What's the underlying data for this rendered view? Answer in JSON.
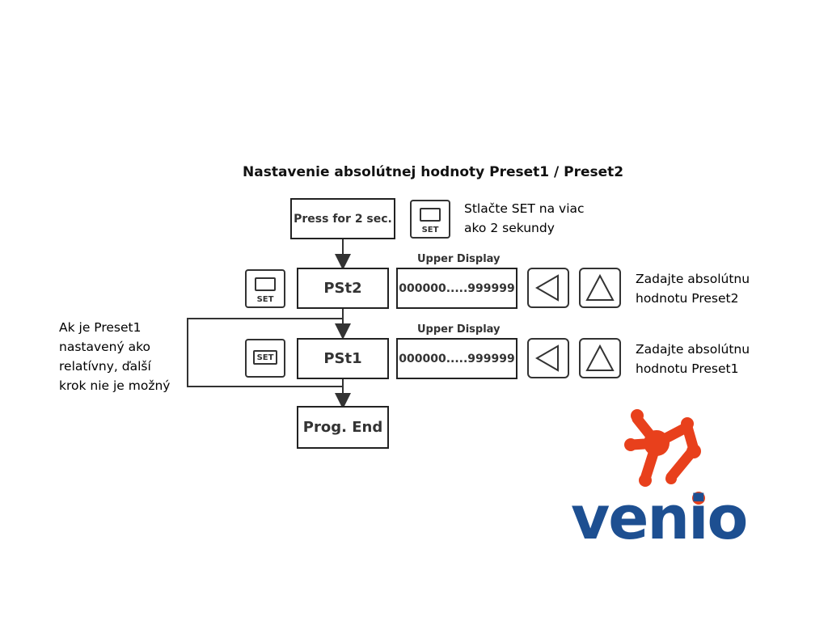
{
  "title": "Nastavenie absolútnej hodnoty Preset1 / Preset2",
  "press_box": "Press for 2 sec.",
  "set_note": [
    "Stlačte SET na viac",
    "ako 2 sekundy"
  ],
  "upper_display_label": "Upper Display",
  "pst2": "PSt2",
  "pst1": "PSt1",
  "range": "000000.....999999",
  "preset2_note": [
    "Zadajte absolútnu",
    "hodnotu Preset2"
  ],
  "preset1_note": [
    "Zadajte absolútnu",
    "hodnotu Preset1"
  ],
  "left_note": [
    "Ak je Preset1",
    "nastavený ako",
    "relatívny, ďalší",
    "krok nie je možný"
  ],
  "prog_end": "Prog. End",
  "set_key": "SET",
  "logo": {
    "text": "venio",
    "brand_blue": "#1d4f91",
    "brand_red": "#e8401c"
  }
}
